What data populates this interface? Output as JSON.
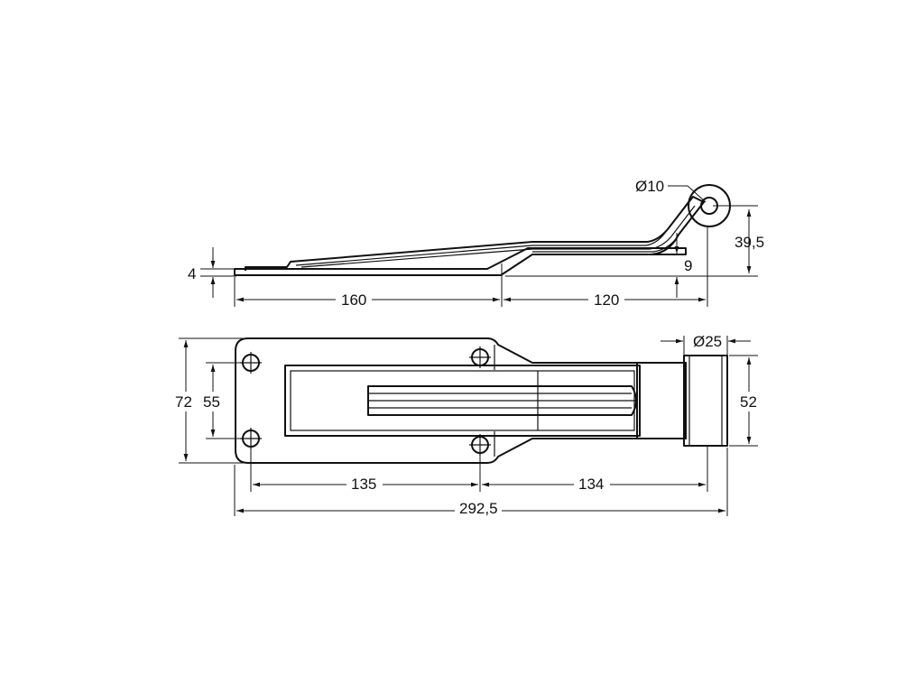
{
  "side_view": {
    "dim_thickness": "4",
    "dim_pivot_diameter": "Ø10",
    "dim_height": "39,5",
    "dim_offset": "9",
    "dim_flat_length": "160",
    "dim_arm_length": "120"
  },
  "top_view": {
    "dim_knuckle_diameter": "Ø25",
    "dim_overall_width": "72",
    "dim_hole_spacing_vertical": "55",
    "dim_knuckle_width": "52",
    "dim_hole_to_hole": "135",
    "dim_hole_to_pivot": "134",
    "dim_overall_length": "292,5"
  }
}
